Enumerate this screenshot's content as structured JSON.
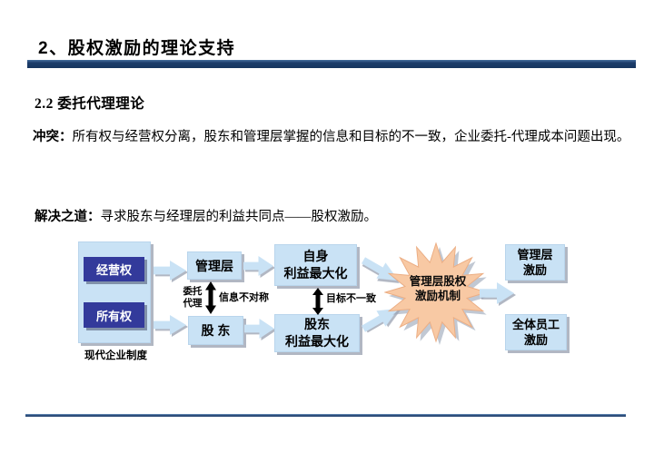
{
  "slide": {
    "title": "2、股权激励的理论支持",
    "section_heading": "2.2 委托代理理论",
    "conflict": {
      "label": "冲突：",
      "text": "所有权与经营权分离，股东和管理层掌握的信息和目标的不一致，企业委托-代理成本问题出现。"
    },
    "solution": {
      "label": "解决之道：",
      "text": "寻求股东与经理层的利益共同点——股权激励。"
    }
  },
  "diagram": {
    "modern_enterprise": {
      "operating_right": "经营权",
      "ownership_right": "所有权",
      "caption": "现代企业制度"
    },
    "management": "管理层",
    "shareholder": "股 东",
    "principal_agent": {
      "line1": "委托",
      "line2": "代理"
    },
    "info_asymmetry": "信息不对称",
    "self_interest_max": {
      "line1": "自身",
      "line2": "利益最大化"
    },
    "shareholder_interest_max": {
      "line1": "股东",
      "line2": "利益最大化"
    },
    "goal_inconsistency": "目标不一致",
    "mechanism": {
      "line1": "管理层股权",
      "line2": "激励机制"
    },
    "management_incentive": {
      "line1": "管理层",
      "line2": "激励"
    },
    "all_staff_incentive": {
      "line1": "全体员工",
      "line2": "激励"
    }
  },
  "colors": {
    "accent_navy": "#17375E",
    "light_blue_box": "#C9E2F5",
    "dark_blue_box": "#333A9B",
    "starburst_peach": "#F8C9A4"
  }
}
